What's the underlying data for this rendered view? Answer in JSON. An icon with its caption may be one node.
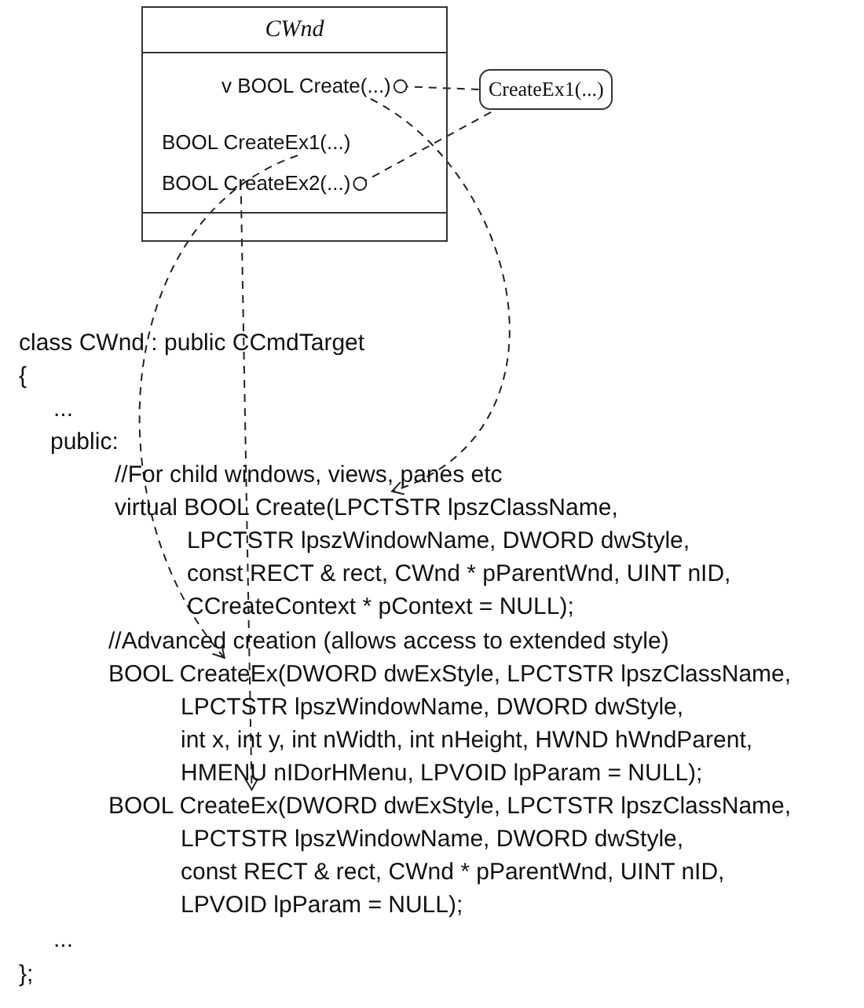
{
  "diagram": {
    "nodes": [
      {
        "text": [
          "CWnd"
        ]
      },
      {
        "text": [
          "v BOOL Create(...)"
        ],
        "in": 0
      },
      {
        "text": [
          "BOOL CreateEx1(...)"
        ],
        "in": 0
      },
      {
        "text": [
          "BOOL CreateEx2(...)"
        ],
        "in": 0
      },
      {
        "text": [
          "CreateEx1(...)"
        ]
      },
      {
        "text": [
          "virtual BOOL Create(LPCTSTR lpszClassName, LPCTSTR lpszWindowName, DWORD dwStyle, const RECT & rect, CWnd * pParentWnd, UINT nID, CCreateContext * pContext = NULL);"
        ]
      },
      {
        "text": [
          "BOOL CreateEx(DWORD dwExStyle, LPCTSTR lpszClassName, LPCTSTR lpszWindowName, DWORD dwStyle, int x, int y, int nWidth, int nHeight, HWND hWndParent, HMENU nIDorHMenu, LPVOID lpParam = NULL);"
        ]
      },
      {
        "text": [
          "BOOL CreateEx(DWORD dwExStyle, LPCTSTR lpszClassName, LPCTSTR lpszWindowName, DWORD dwStyle, const RECT & rect, CWnd * pParentWnd, UINT nID, LPVOID lpParam = NULL);"
        ]
      }
    ],
    "edges": [
      {
        "from": 1,
        "to": 4,
        "arrow": "other",
        "style": "dashed"
      },
      {
        "from": 3,
        "to": 4,
        "arrow": "other",
        "style": "dashed"
      },
      {
        "from": 1,
        "to": 5,
        "arrow": "to",
        "style": "dashed"
      },
      {
        "from": 2,
        "to": 6,
        "arrow": "to",
        "style": "dashed"
      },
      {
        "from": 3,
        "to": 7,
        "arrow": "to",
        "style": "dashed"
      }
    ],
    "labels": [
      "class CWnd : public CCmdTarget",
      "{",
      "...",
      "public:",
      "//For child windows, views, panes etc",
      "//Advanced creation (allows access to extended style)",
      "...",
      "};"
    ]
  }
}
